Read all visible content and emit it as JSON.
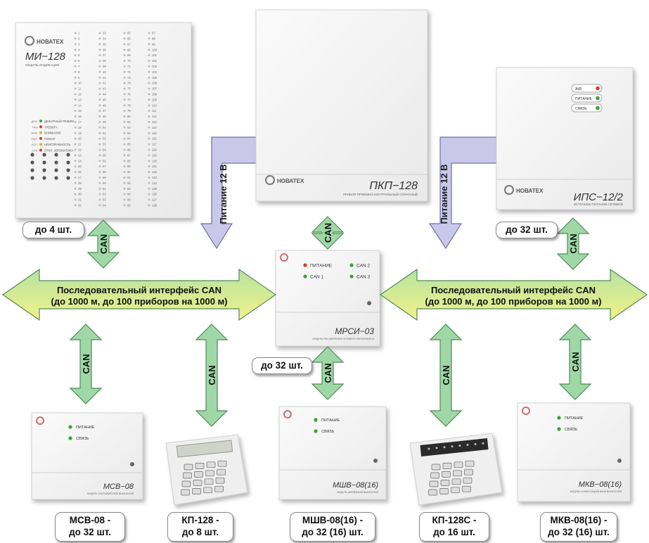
{
  "brand": "НОВАТЕХ",
  "colors": {
    "can_arrow": "#9fd7a6",
    "can_stroke": "#4f8a56",
    "power_arrow": "#c9c8ea",
    "power_stroke": "#6f6fa6",
    "bus_top": "#b7e1a3",
    "bus_bottom": "#f2f08a",
    "led_red": "#d93a2e",
    "led_green": "#3aa33a"
  },
  "bus": {
    "left": {
      "line1": "Последовательный интерфейс CAN",
      "line2": "(до 1000 м, до 100 приборов на 1000 м)"
    },
    "right": {
      "line1": "Последовательный интерфейс CAN",
      "line2": "(до 1000 м, до 100 приборов на 1000 м)"
    }
  },
  "power_label": "Питание 12 В",
  "can_label": "CAN",
  "devices": {
    "mi128": {
      "title": "МИ−128",
      "subtitle": "МОДУЛЬ ИНДИКАЦИИ",
      "count": "до 4 шт.",
      "modes": [
        "ДЕЖУРНЫЙ РЕЖИМ",
        "ТРЕВОГА",
        "ВНИМАНИЕ",
        "ПОЖАР",
        "НЕИСПРАВНОСТЬ",
        "ОТКЛ. АВТОМАТИКА"
      ],
      "mode_codes": [
        "ДЕЖ",
        "ТРВ",
        "ВНМ",
        "ПЖР",
        "НСП",
        "ОТК"
      ],
      "zones": [
        "1",
        "2",
        "3",
        "4",
        "5",
        "6",
        "7",
        "8",
        "9",
        "10",
        "11",
        "12",
        "13",
        "14",
        "15",
        "16",
        "17",
        "18",
        "19",
        "20",
        "21",
        "22",
        "23",
        "24",
        "25",
        "26",
        "27",
        "28",
        "29",
        "30",
        "31",
        "32",
        "33",
        "34",
        "35",
        "36",
        "37",
        "38",
        "39",
        "40",
        "41",
        "42",
        "43",
        "44",
        "45",
        "46",
        "47",
        "48",
        "49",
        "50",
        "51",
        "52",
        "53",
        "54",
        "55",
        "56",
        "57",
        "58",
        "59",
        "60",
        "61",
        "62",
        "63",
        "64",
        "65",
        "66",
        "67",
        "68",
        "69",
        "70",
        "71",
        "72",
        "73",
        "74",
        "75",
        "76",
        "77",
        "78",
        "79",
        "80",
        "81",
        "82",
        "83",
        "84",
        "85",
        "86",
        "87",
        "88",
        "89",
        "90",
        "91",
        "92",
        "93",
        "94",
        "95",
        "96",
        "97",
        "98",
        "99",
        "100",
        "101",
        "102",
        "103",
        "104",
        "105",
        "106",
        "107",
        "108",
        "109",
        "110",
        "111",
        "112",
        "113",
        "114",
        "115",
        "116",
        "117",
        "118",
        "119",
        "120",
        "121",
        "122",
        "123",
        "124",
        "125",
        "126",
        "127",
        "128"
      ]
    },
    "pkp128": {
      "title": "ПКП−128",
      "subtitle": "ПРИБОР ПРИЕМНО-КОНТРОЛЬНЫЙ ОХРАННЫЙ"
    },
    "ips": {
      "title": "ИПС−12/2",
      "subtitle": "ИСТОЧНИК ПИТАНИЯ СЕТЕВОЙ",
      "count": "до 32 шт.",
      "leds": [
        "АКБ",
        "ПИТАНИЕ",
        "СВЯЗЬ"
      ]
    },
    "mrsi": {
      "title": "МРСИ−03",
      "subtitle": "МОДУЛЬ РАСШИРЕНИЯ СЕТЕВОГО ИНТЕРФЕЙСА",
      "count": "до 32 шт.",
      "leds": [
        "ПИТАНИЕ",
        "CAN 1",
        "CAN 2",
        "CAN 3"
      ]
    },
    "msv": {
      "title": "МСВ−08",
      "subtitle": "МОДУЛЬ СЧИТЫВАТЕЛЕЙ ВЫНОСНОЙ",
      "leds": [
        "ПИТАНИЕ",
        "СВЯЗЬ"
      ],
      "cap1": "МСВ-08 -",
      "cap2": "до 32 шт."
    },
    "kp128": {
      "cap1": "КП-128 -",
      "cap2": "до 8 шт."
    },
    "mshv": {
      "title": "МШВ−08(16)",
      "subtitle": "МОДУЛЬ ШЛЕЙФНЫЙ ВЫНОСНОЙ",
      "leds": [
        "ПИТАНИЕ",
        "СВЯЗЬ"
      ],
      "cap1": "МШВ-08(16) -",
      "cap2": "до 32 (16) шт."
    },
    "kp128c": {
      "cap1": "КП-128С -",
      "cap2": "до 16 шт."
    },
    "mkv": {
      "title": "МКВ−08(16)",
      "subtitle": "МОДУЛЬ КОММУТАЦИОННЫЙ ВЫНОСНОЙ",
      "leds": [
        "ПИТАНИЕ",
        "СВЯЗЬ"
      ],
      "cap1": "МКВ-08(16) -",
      "cap2": "до 32 (16) шт."
    }
  }
}
